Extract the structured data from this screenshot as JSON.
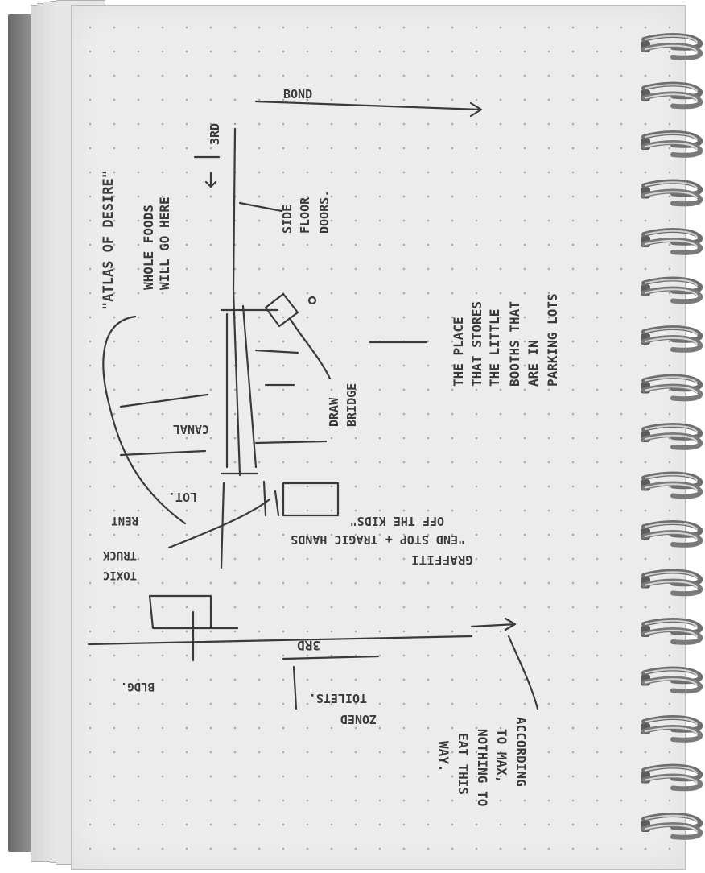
{
  "notes": {
    "atlas": "\"ATLAS OF DESIRE\"",
    "whole_foods_1": "WHOLE FOODS",
    "whole_foods_2": "WILL GO HERE",
    "bond": "BOND",
    "third_top": "3RD",
    "side_floor_1": "SIDE",
    "side_floor_2": "FLOOR",
    "side_floor_3": "DOORS.",
    "place_1": "THE PLACE",
    "place_2": "THAT STORES",
    "place_3": "THE LITTLE",
    "place_4": "BOOTHS THAT",
    "place_5": "ARE IN",
    "place_6": "PARKING LOTS",
    "drawbridge_1": "DRAW",
    "drawbridge_2": "BRIDGE",
    "canal": "CANAL",
    "lot": "LOT.",
    "graffiti_1": "GRAFFITI",
    "graffiti_2": "\"END STOP + TRAGIC HANDS",
    "graffiti_3": "OFF THE KIDS\"",
    "toxic_1": "TOXIC",
    "toxic_2": "TRUCK",
    "toxic_3": "RENT",
    "third_bottom": "3RD",
    "zoned_1": "ZONED",
    "zoned_2": "TOILETS.",
    "bldg": "BLDG.",
    "according_1": "ACCORDING",
    "according_2": "TO MAX,",
    "according_3": "NOTHING TO",
    "according_4": "EAT THIS",
    "according_5": "WAY."
  },
  "colors": {
    "paper": "#ececec",
    "ink": "#3a3a3a",
    "coil": "#7a7a7a"
  }
}
